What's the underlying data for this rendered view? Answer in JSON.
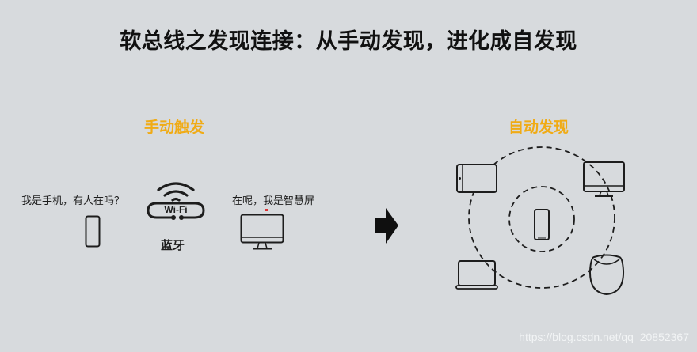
{
  "title": "软总线之发现连接：从手动发现，进化成自发现",
  "manual": {
    "heading": "手动触发",
    "phone_caption": "我是手机，有人在吗？",
    "screen_caption": "在呢，我是智慧屏",
    "connector_badge": "Wi-Fi",
    "connector_label": "蓝牙",
    "icons": [
      "phone-icon",
      "wifi-icon",
      "monitor-icon"
    ]
  },
  "transition": {
    "icon": "arrow-right-icon"
  },
  "auto": {
    "heading": "自动发现",
    "center_device": "phone-icon",
    "peripheral_devices": [
      "tablet-icon",
      "monitor-icon",
      "laptop-icon",
      "smart-speaker-icon"
    ],
    "rings": [
      "inner-dashed-ring",
      "outer-dashed-ring"
    ]
  },
  "colors": {
    "background": "#d7dadd",
    "accent": "#f0ab15",
    "text": "#111111",
    "watermark": "#f2f4f5"
  },
  "watermark": "https://blog.csdn.net/qq_20852367"
}
